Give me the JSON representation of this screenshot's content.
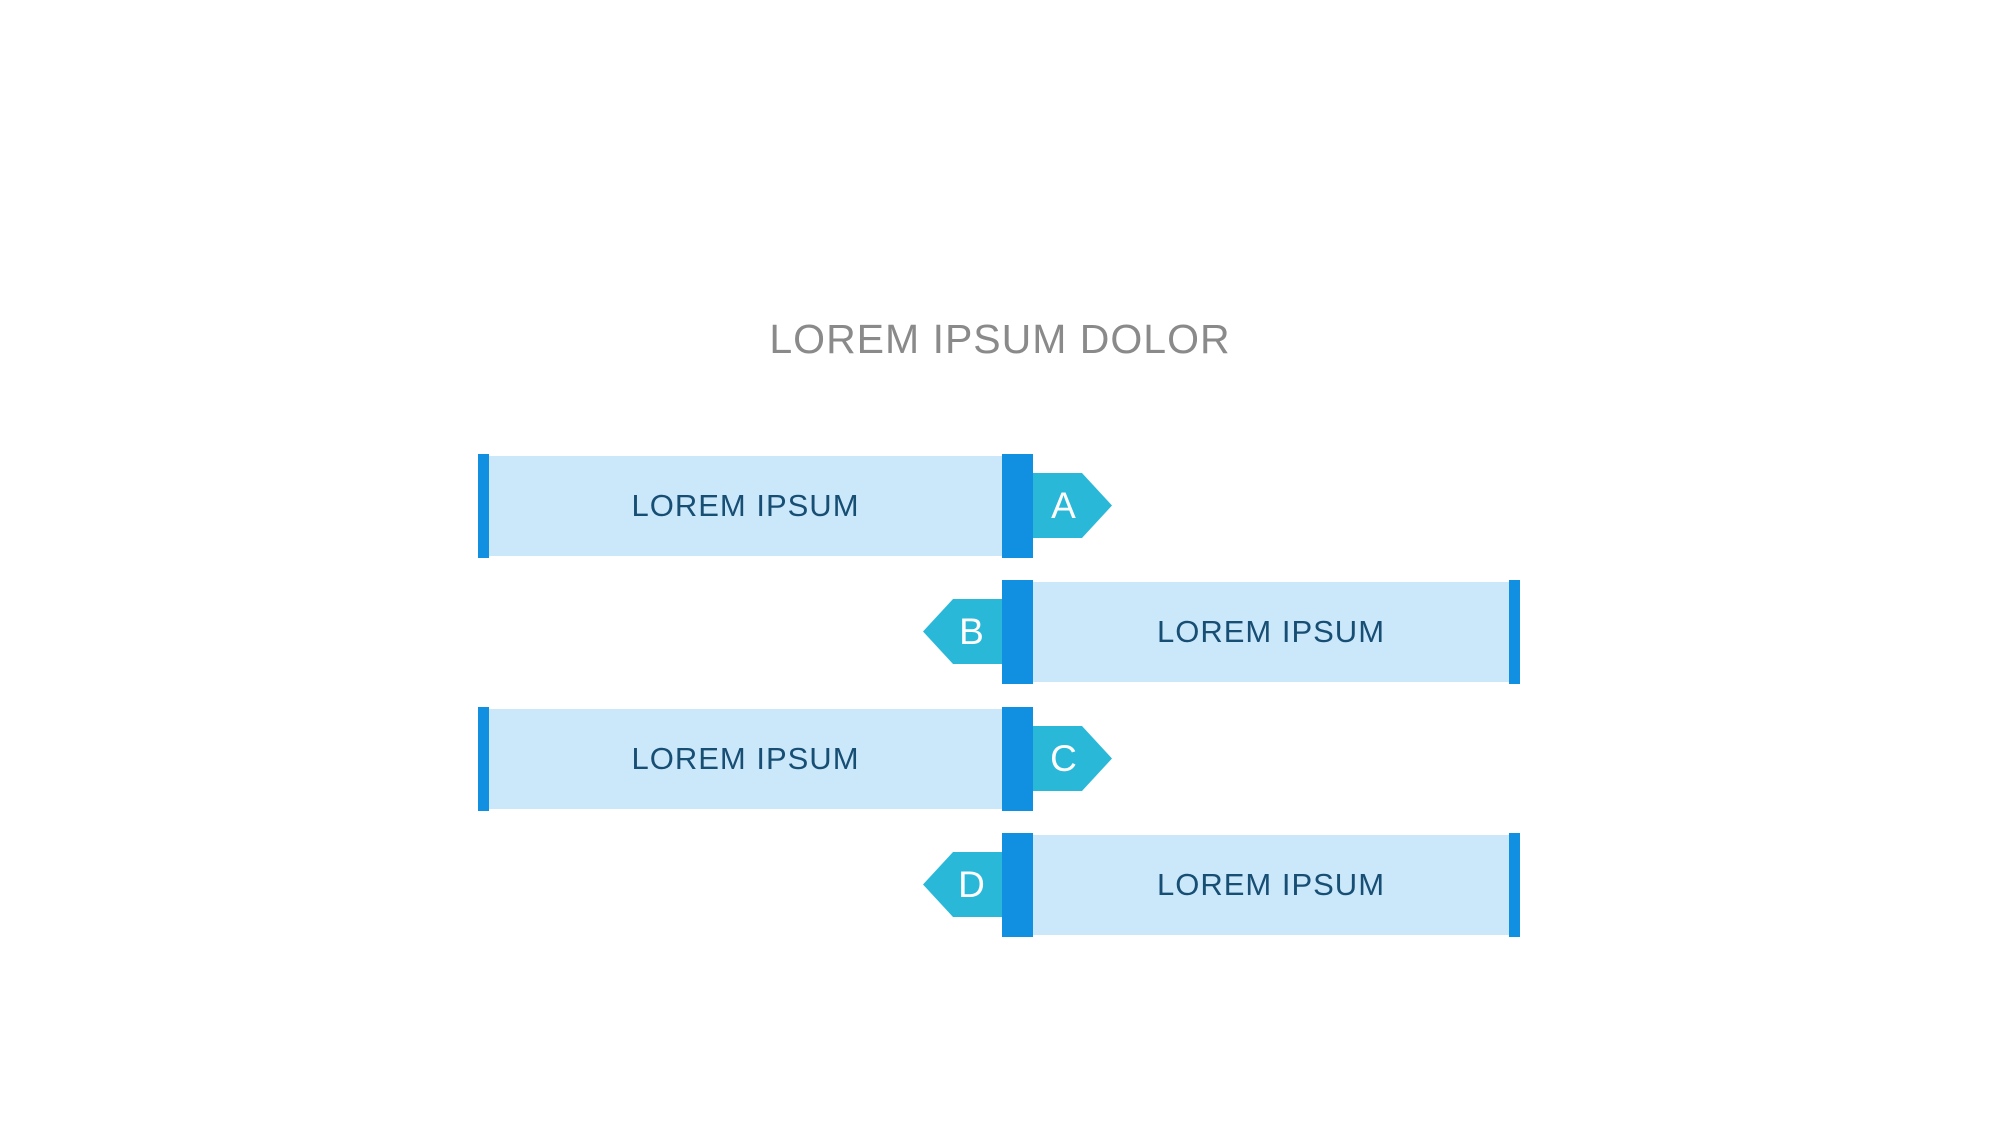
{
  "title": "LOREM IPSUM DOLOR",
  "colors": {
    "bar_fill": "#cbe7fa",
    "accent_blue": "#1190e2",
    "arrow_teal": "#2ab8d9",
    "bar_text": "#174e74",
    "title_text": "#8a8a8a",
    "arrow_text": "#ffffff",
    "background": "#ffffff"
  },
  "rows": [
    {
      "letter": "A",
      "label": "LOREM IPSUM",
      "direction": "right"
    },
    {
      "letter": "B",
      "label": "LOREM IPSUM",
      "direction": "left"
    },
    {
      "letter": "C",
      "label": "LOREM IPSUM",
      "direction": "right"
    },
    {
      "letter": "D",
      "label": "LOREM IPSUM",
      "direction": "left"
    }
  ]
}
